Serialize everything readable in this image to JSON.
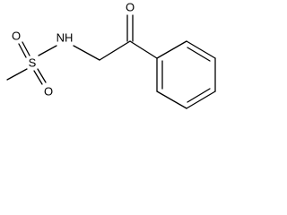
{
  "molecule": {
    "atoms": {
      "sulfur": "S",
      "nitrogen_hydrogen": "NH",
      "oxygen_sulfonyl_left": "O",
      "oxygen_sulfonyl_bottom": "O",
      "oxygen_carbonyl": "O"
    }
  }
}
